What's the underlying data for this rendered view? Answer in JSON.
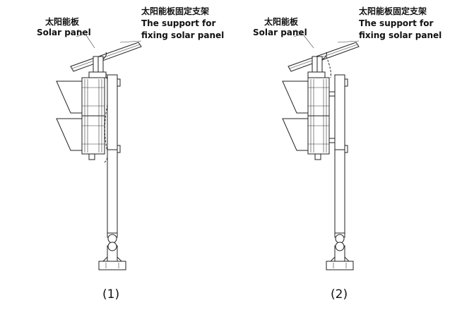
{
  "figures": [
    {
      "panel_label_cn": "太阳能板",
      "panel_label_en": "Solar panel",
      "support_label_cn": "太阳能板固定支架",
      "support_label_en_1": "The support for",
      "support_label_en_2": "fixing solar panel",
      "caption": "(1)"
    },
    {
      "panel_label_cn": "太阳能板",
      "panel_label_en": "Solar panel",
      "support_label_cn": "太阳能板固定支架",
      "support_label_en_1": "The support for",
      "support_label_en_2": "fixing solar panel",
      "caption": "(2)"
    }
  ]
}
